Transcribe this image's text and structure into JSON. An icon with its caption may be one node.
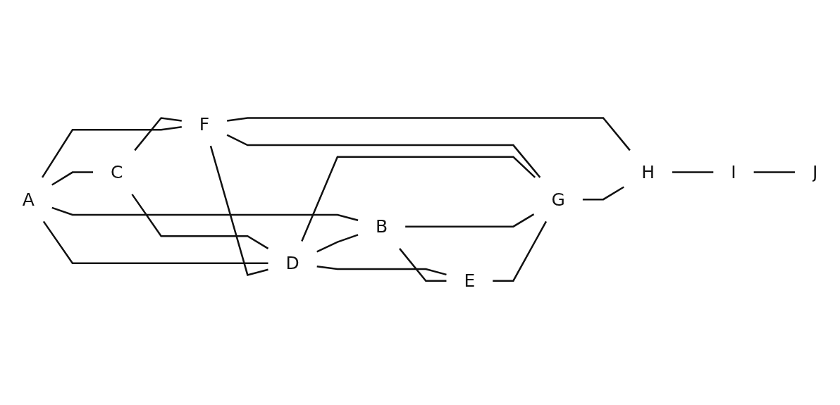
{
  "diagram": {
    "nodes": [
      {
        "text": [
          "C"
        ]
      },
      {
        "text": [
          "A"
        ]
      },
      {
        "text": [
          "F"
        ]
      },
      {
        "text": [
          "D"
        ]
      },
      {
        "text": [
          "H"
        ]
      },
      {
        "text": [
          "I"
        ]
      },
      {
        "text": [
          "J"
        ]
      },
      {
        "text": [
          "B"
        ]
      },
      {
        "text": [
          "G"
        ]
      },
      {
        "text": [
          "E"
        ]
      }
    ],
    "edges": [
      {
        "from": 1,
        "to": 0,
        "arrow": "none"
      },
      {
        "from": 0,
        "to": 2,
        "arrow": "none"
      },
      {
        "from": 0,
        "to": 3,
        "arrow": "none"
      },
      {
        "from": 1,
        "to": 2,
        "arrow": "none"
      },
      {
        "from": 1,
        "to": 3,
        "arrow": "none"
      },
      {
        "from": 1,
        "to": 7,
        "arrow": "none"
      },
      {
        "from": 2,
        "to": 3,
        "arrow": "none"
      },
      {
        "from": 2,
        "to": 8,
        "arrow": "none"
      },
      {
        "from": 2,
        "to": 4,
        "arrow": "none"
      },
      {
        "from": 3,
        "to": 7,
        "arrow": "none"
      },
      {
        "from": 3,
        "to": 9,
        "arrow": "none"
      },
      {
        "from": 3,
        "to": 8,
        "arrow": "none"
      },
      {
        "from": 7,
        "to": 8,
        "arrow": "none"
      },
      {
        "from": 7,
        "to": 9,
        "arrow": "none"
      },
      {
        "from": 9,
        "to": 8,
        "arrow": "none"
      },
      {
        "from": 8,
        "to": 4,
        "arrow": "none"
      },
      {
        "from": 4,
        "to": 5,
        "arrow": "none"
      },
      {
        "from": 5,
        "to": 6,
        "arrow": "none"
      }
    ]
  }
}
